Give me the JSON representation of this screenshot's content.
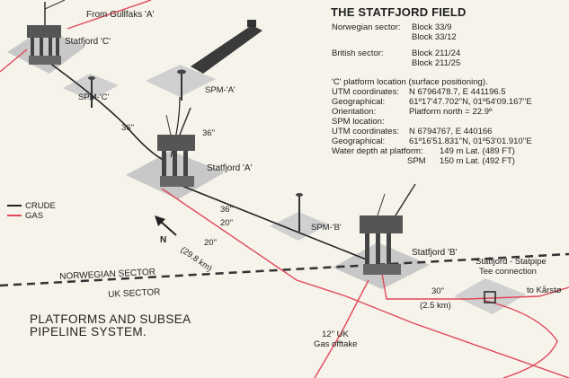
{
  "title": "THE STATFJORD FIELD",
  "info": {
    "norwegian_sector_label": "Norwegian sector:",
    "norwegian_blocks": [
      "Block 33/9",
      "Block 33/12"
    ],
    "british_sector_label": "British sector:",
    "british_blocks": [
      "Block 211/24",
      "Block 211/25"
    ],
    "c_platform_heading": "'C' platform location (surface positioning).",
    "utm1_label": "UTM coordinates:",
    "utm1_value": "N 6796478.7, E 441196.5",
    "geo1_label": "Geographical:",
    "geo1_value": "61º17'47.702''N, 01º54'09.167''E",
    "orientation_label": "Orientation:",
    "orientation_value": "Platform north = 22.9º",
    "spm_heading": "SPM location:",
    "utm2_label": "UTM coordinates:",
    "utm2_value": "N 6794767, E 440166",
    "geo2_label": "Geographical:",
    "geo2_value": "61º16'51.831''N, 01º53'01.910''E",
    "water_label": "Water depth at platform:",
    "water_platform_value": "149 m Lat. (489 FT)",
    "spm_short_label": "SPM",
    "water_spm_value": "150 m Lat. (492 FT)"
  },
  "labels": {
    "from_gullfaks": "From Gullfaks 'A'",
    "statfjord_c": "Statfjord 'C'",
    "spm_c": "SPM-'C'",
    "spm_a": "SPM-'A'",
    "statfjord_a": "Statfjord 'A'",
    "spm_b": "SPM-'B'",
    "statfjord_b": "Statfjord 'B'",
    "pipe_36_c": "36\"",
    "pipe_36_a": "36\"",
    "pipe_36_ab": "36\"",
    "pipe_20_ab": "20\"",
    "pipe_20_gas": "20\"",
    "pipe_gas_km": "(29.8 km)",
    "pipe_30": "30\"",
    "pipe_30_km": "(2.5 km)",
    "tee_connection_1": "Statfjord - Statpipe",
    "tee_connection_2": "Tee connection",
    "to_karsto": "to Kårstø",
    "norwegian_sector": "NORWEGIAN SECTOR",
    "uk_sector": "UK SECTOR",
    "uk_offtake_1": "12\" UK",
    "uk_offtake_2": "Gas offtake",
    "north": "N"
  },
  "legend": {
    "crude": "CRUDE",
    "gas": "GAS",
    "crude_color": "#222222",
    "gas_color": "#e0485a"
  },
  "caption": {
    "line1": "PLATFORMS AND SUBSEA",
    "line2": "PIPELINE SYSTEM."
  },
  "colors": {
    "background": "#f6f3ea",
    "seabed_pad": "#c9c9c9",
    "structure": "#333333",
    "gas_pipe": "#e0485a",
    "crude_pipe": "#222222"
  }
}
